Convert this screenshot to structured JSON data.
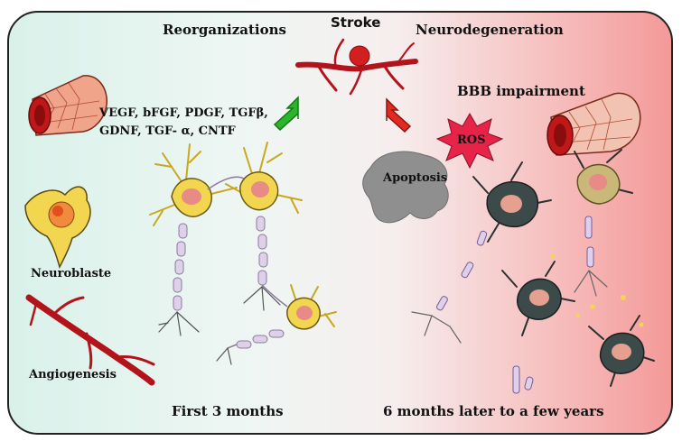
{
  "labels": {
    "reorganizations": "Reorganizations",
    "stroke": "Stroke",
    "neurodegeneration": "Neurodegeneration",
    "bbb": "BBB impairment",
    "factors_line1": "VEGF, bFGF, PDGF, TGFβ,",
    "factors_line2": "GDNF, TGF- α, CNTF",
    "ros": "ROS",
    "apoptosis": "Apoptosis",
    "neuroblaste": "Neuroblaste",
    "angiogenesis": "Angiogenesis",
    "first_period": "First 3 months",
    "later_period": "6 months later to a few years"
  },
  "colors": {
    "left_bg": "#d9f1ea",
    "right_bg": "#f39a99",
    "vessel": "#b3131a",
    "neuron_body": "#f3d64f",
    "nucleus": "#e88a86",
    "myelin": "#ddd0e8",
    "green_arrow": "#2bb52b",
    "red_arrow": "#e02b1e",
    "ros_star": "#e8234a",
    "apoptosis_blob": "#8f8f8f",
    "degenerating_cell": "#3d4a4a"
  }
}
